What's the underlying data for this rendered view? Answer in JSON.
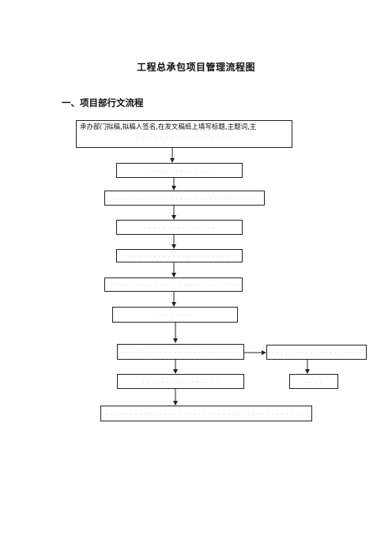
{
  "document": {
    "title": "工程总承包项目管理流程图",
    "section_heading": "一、项目部行文流程"
  },
  "flow": {
    "step1_line1": "承办部门拟稿,拟稿人签名,在发文稿纸上填写标题,主题词,主",
    "step1_line2": ". . . .                    . . . .              . . . . . . . . .",
    "step2": ". . . . . . . . . . . . . .",
    "step3": ". . . . . . . . . . . . . . . . . . . . . . . . . . . . . .",
    "step4": ". . . . . . . . . . . . . . .",
    "step5": ". . . . . . . . . . . . . . . . . . . . .",
    "step6": ". . . . . . . . . . . . . . . . . . . . . . . . . . . .",
    "step7": ". . . .   . .          . .",
    "step8": ". . . . . . . . . . . . . . . . . . . . . . . . .",
    "step8_side": ". . . . . . . . . . . . . . . . . . .",
    "step9": ". . . . . . . . . . . . . . . .",
    "step9_side": ". . . .",
    "step10": ". . . . . . . . . . . . . . . . . . . . . . . . . . . . . . . . . . . . . . . . . . . . . ."
  }
}
